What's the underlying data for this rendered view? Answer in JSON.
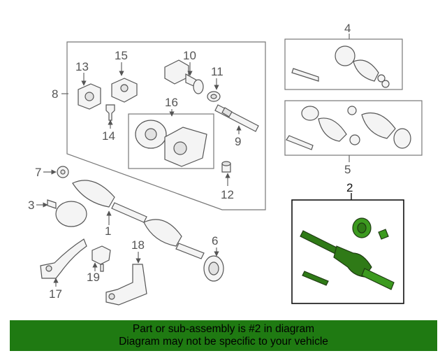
{
  "callouts": {
    "c1": "1",
    "c2": "2",
    "c3": "3",
    "c4": "4",
    "c5": "5",
    "c6": "6",
    "c7": "7",
    "c8": "8",
    "c9": "9",
    "c10": "10",
    "c11": "11",
    "c12": "12",
    "c13": "13",
    "c14": "14",
    "c15": "15",
    "c16": "16",
    "c17": "17",
    "c18": "18",
    "c19": "19"
  },
  "highlight_color": "#1f7a12",
  "banner": {
    "line1": "Part or sub-assembly is #2 in diagram",
    "line2": "Diagram may not be specific to your vehicle"
  }
}
